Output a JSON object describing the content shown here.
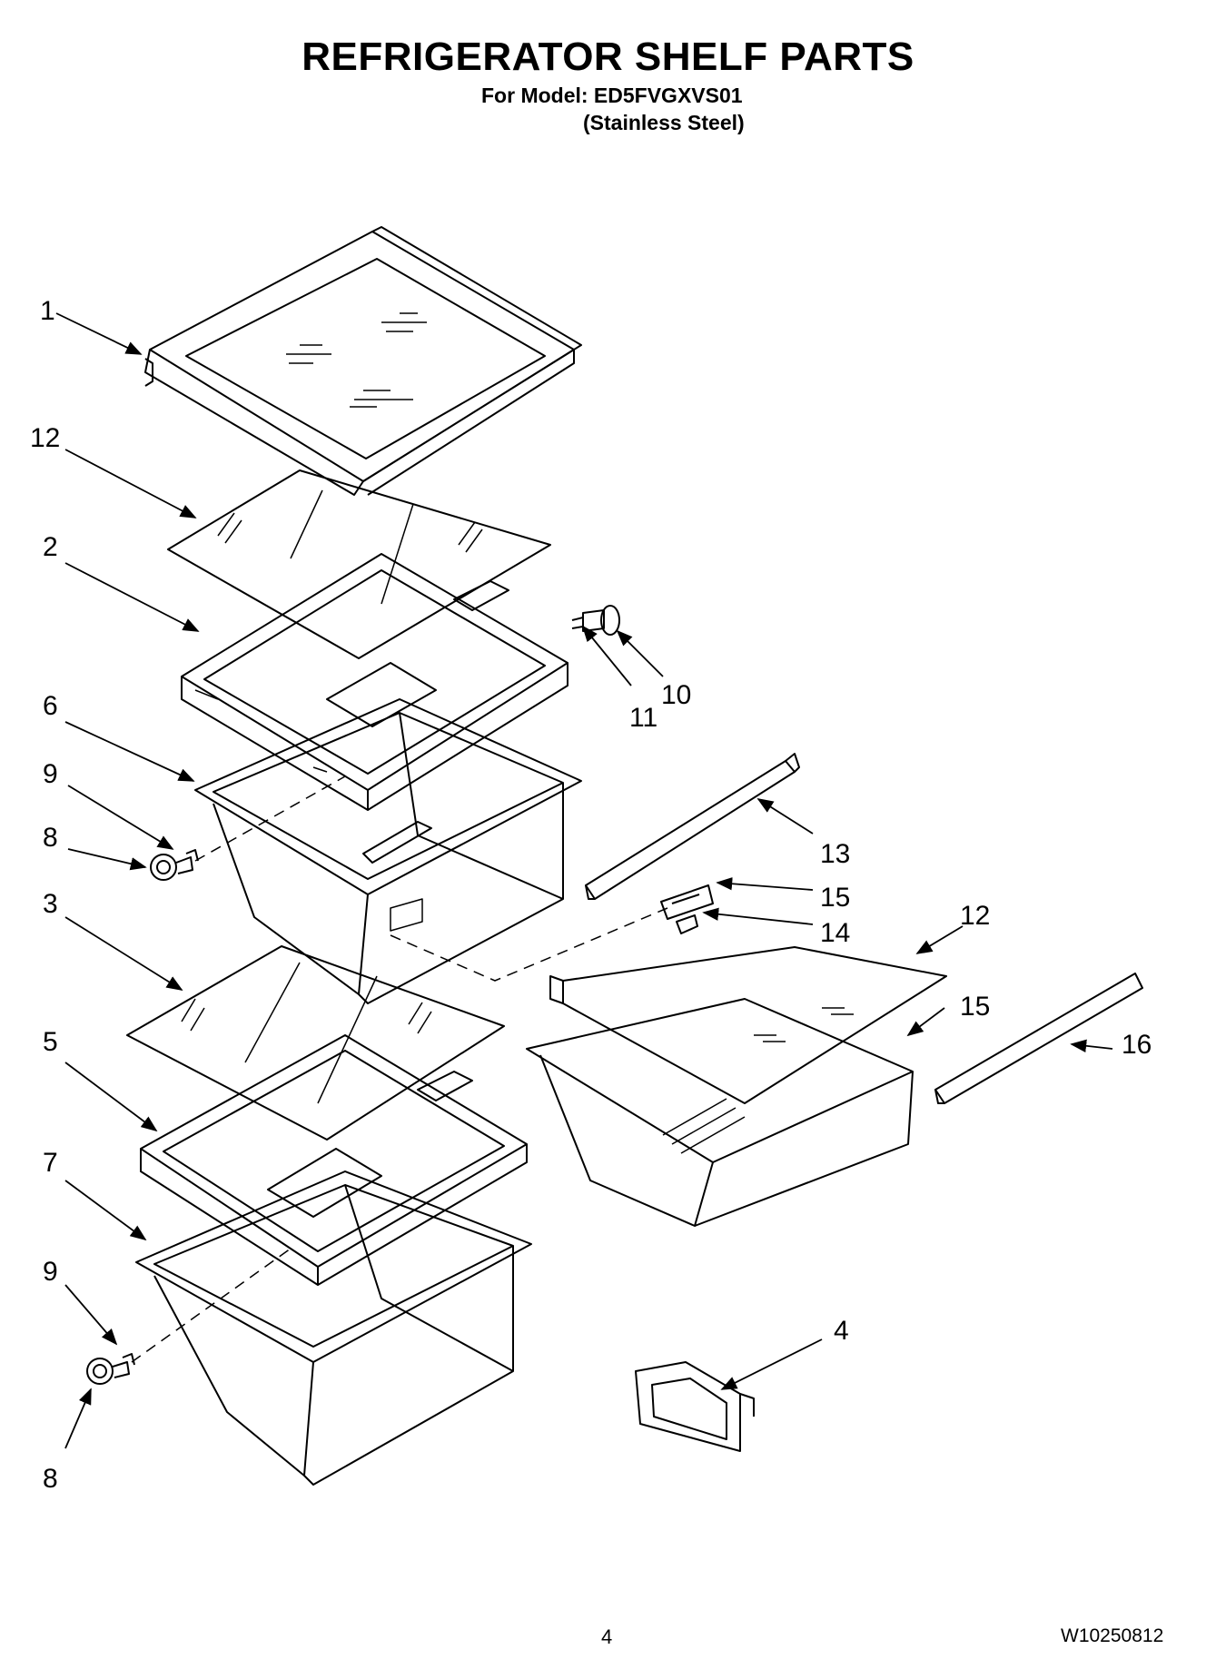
{
  "header": {
    "title": "REFRIGERATOR SHELF PARTS",
    "model_line": "For Model: ED5FVGXVS01",
    "finish_line": "(Stainless Steel)"
  },
  "callouts": {
    "c1": "1",
    "c12a": "12",
    "c2": "2",
    "c6": "6",
    "c9a": "9",
    "c8a": "8",
    "c3": "3",
    "c5": "5",
    "c7": "7",
    "c9b": "9",
    "c8b": "8",
    "c11": "11",
    "c10": "10",
    "c13": "13",
    "c15a": "15",
    "c14": "14",
    "c12b": "12",
    "c15b": "15",
    "c16": "16",
    "c4": "4"
  },
  "footer": {
    "page_number": "4",
    "doc_code": "W10250812"
  }
}
